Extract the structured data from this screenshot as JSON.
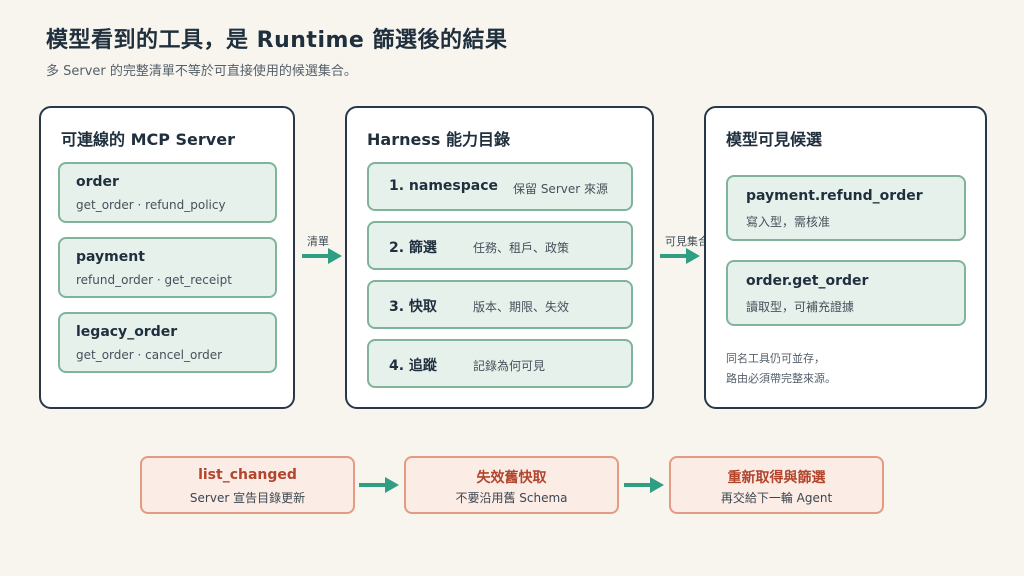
{
  "header": {
    "title": "模型看到的工具，是 Runtime 篩選後的結果",
    "subtitle": "多 Server 的完整清單不等於可直接使用的候選集合。"
  },
  "servers_panel": {
    "title": "可連線的 MCP Server",
    "cards": [
      {
        "name": "order",
        "tools": "get_order · refund_policy"
      },
      {
        "name": "payment",
        "tools": "refund_order · get_receipt"
      },
      {
        "name": "legacy_order",
        "tools": "get_order · cancel_order"
      }
    ]
  },
  "arrow1_label": "清單",
  "harness_panel": {
    "title": "Harness 能力目錄",
    "steps": [
      {
        "label": "1. namespace",
        "desc": "保留 Server 來源"
      },
      {
        "label": "2. 篩選",
        "desc": "任務、租戶、政策"
      },
      {
        "label": "3. 快取",
        "desc": "版本、期限、失效"
      },
      {
        "label": "4. 追蹤",
        "desc": "記錄為何可見"
      }
    ]
  },
  "arrow2_label": "可見集合",
  "visible_panel": {
    "title": "模型可見候選",
    "cards": [
      {
        "name": "payment.refund_order",
        "desc": "寫入型，需核准"
      },
      {
        "name": "order.get_order",
        "desc": "讀取型，可補充證據"
      }
    ],
    "note_line1": "同名工具仍可並存，",
    "note_line2": "路由必須帶完整來源。"
  },
  "flow": [
    {
      "title": "list_changed",
      "sub": "Server 宣告目錄更新"
    },
    {
      "title": "失效舊快取",
      "sub": "不要沿用舊 Schema"
    },
    {
      "title": "重新取得與篩選",
      "sub": "再交給下一輪 Agent"
    }
  ],
  "colors": {
    "teal_arrow": "#2f9e82",
    "card_fill": "#e7f1ec",
    "card_border": "#7fb49a",
    "panel_border": "#26384a",
    "flow_fill": "#fbece6",
    "flow_border": "#e59a82",
    "flow_title": "#b2452c"
  }
}
